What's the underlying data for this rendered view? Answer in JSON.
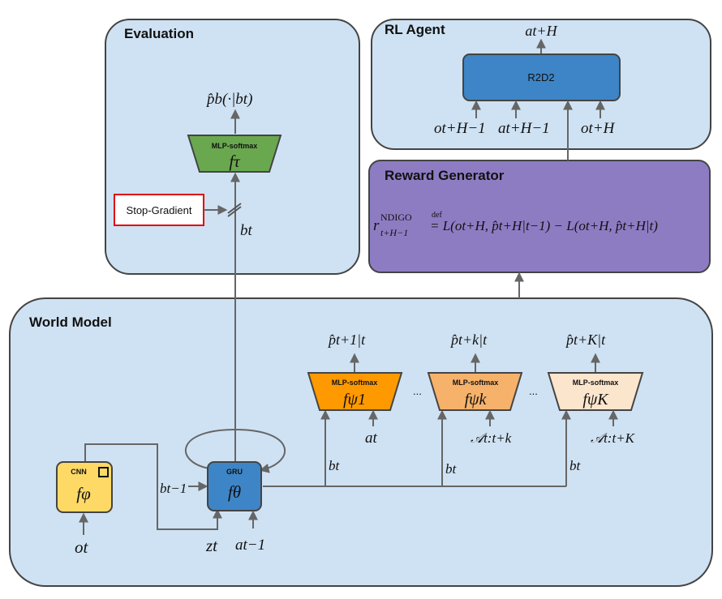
{
  "panels": {
    "evaluation": "Evaluation",
    "rl_agent": "RL Agent",
    "reward_generator": "Reward Generator",
    "world_model": "World Model"
  },
  "evaluation": {
    "output": "p̂b(·|bt)",
    "mlp_label": "MLP-softmax",
    "mlp_func": "fτ",
    "stop_gradient": "Stop-Gradient",
    "bt": "bt"
  },
  "rl_agent": {
    "output": "at+H",
    "box": "R2D2",
    "in1": "ot+H−1",
    "in2": "at+H−1",
    "in3": "ot+H"
  },
  "reward": {
    "lhs": "r",
    "sup": "NDIGO",
    "sub": "t+H−1",
    "def": "def",
    "rhs": "= L(ot+H, p̂t+H|t−1) − L(ot+H, p̂t+H|t)"
  },
  "world_model": {
    "cnn_label": "CNN",
    "cnn_func": "fφ",
    "ot": "ot",
    "gru_label": "GRU",
    "gru_func": "fθ",
    "bt_minus": "bt−1",
    "zt": "zt",
    "at_minus": "at−1",
    "heads": [
      {
        "label": "MLP-softmax",
        "func": "fψ1",
        "out": "p̂t+1|t",
        "in": "at",
        "bt": "bt"
      },
      {
        "label": "MLP-softmax",
        "func": "fψk",
        "out": "p̂t+k|t",
        "in": "𝒜t:t+k",
        "bt": "bt"
      },
      {
        "label": "MLP-softmax",
        "func": "fψK",
        "out": "p̂t+K|t",
        "in": "𝒜t:t+K",
        "bt": "bt"
      }
    ],
    "dots": "..."
  },
  "colors": {
    "panel_fill": "#cfe2f3",
    "reward_fill": "#8e7cc3",
    "r2d2_fill": "#3d85c6",
    "gru_fill": "#3d85c6",
    "cnn_fill": "#ffd966",
    "mlp_eval": "#6aa84f",
    "mlp_1": "#ff9900",
    "mlp_k": "#f6b26b",
    "mlp_K": "#fce5cd",
    "stop_border": "#e00000"
  }
}
